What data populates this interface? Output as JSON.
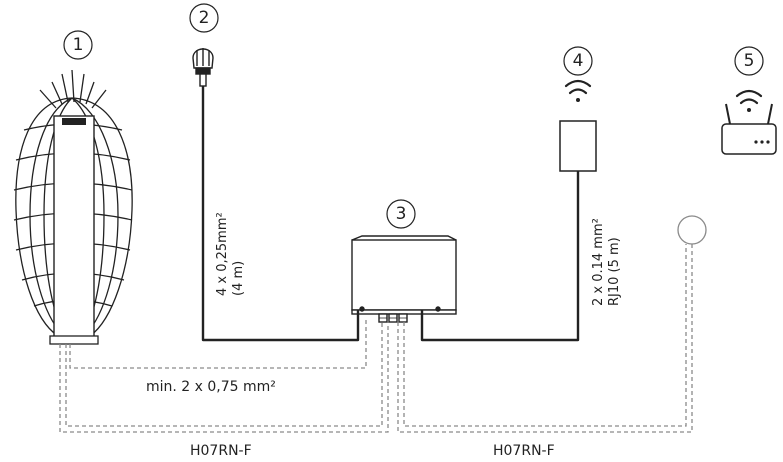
{
  "callouts": {
    "heater": "1",
    "sensor": "2",
    "control_unit": "3",
    "wifi_module": "4",
    "router": "5"
  },
  "cables": {
    "sensor_cable_line1": "4 x 0,25mm²",
    "sensor_cable_line2": "(4 m)",
    "module_cable_line1": "2 x 0.14 mm²",
    "module_cable_line2": "RJ10 (5 m)",
    "heater_control": "min. 2 x 0,75 mm²",
    "power_left": "H07RN-F",
    "power_right": "H07RN-F"
  },
  "icons": {
    "heater": "sauna-heater-icon",
    "sensor": "temperature-sensor-icon",
    "control_unit": "control-box-icon",
    "wifi_module": "wifi-module-icon",
    "router": "wifi-router-icon",
    "power_supply": "power-outlet-icon"
  },
  "colors": {
    "line": "#222222",
    "dashed": "#8a8a8a"
  }
}
